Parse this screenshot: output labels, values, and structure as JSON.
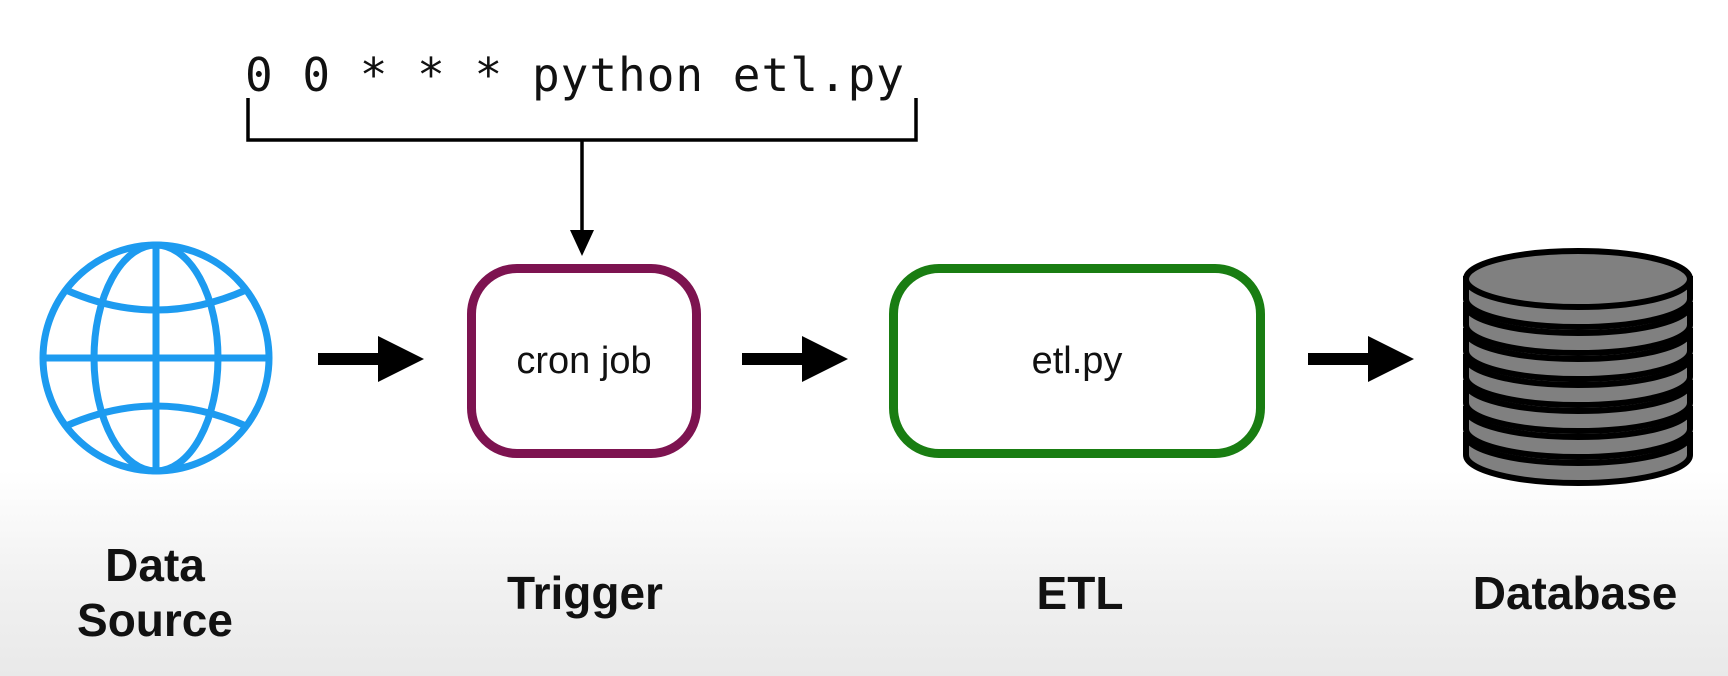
{
  "cron_expression": "0 0 * * * python etl.py",
  "stages": {
    "source": {
      "label": "Data\nSource",
      "icon": "globe-icon",
      "color": "#1d9bf0"
    },
    "trigger": {
      "label": "Trigger",
      "box_text": "cron job",
      "color": "#7d1350"
    },
    "etl": {
      "label": "ETL",
      "box_text": "etl.py",
      "color": "#197d12"
    },
    "database": {
      "label": "Database",
      "icon": "database-icon",
      "color": "#808080"
    }
  }
}
